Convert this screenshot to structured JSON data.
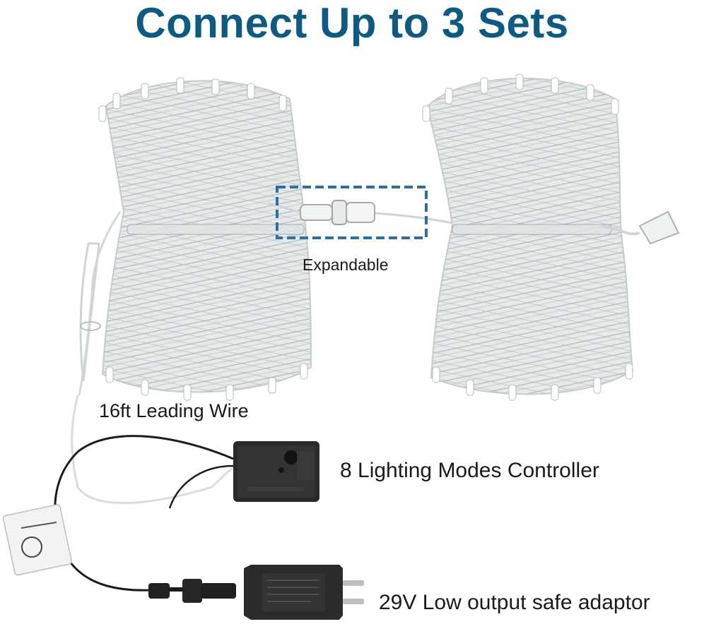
{
  "title": "Connect Up to 3 Sets",
  "labels": {
    "expandable": "Expandable",
    "leading_wire": "16ft Leading Wire",
    "controller": "8 Lighting Modes Controller",
    "adaptor": "29V Low output safe adaptor"
  },
  "colors": {
    "title": "#0e5a80",
    "highlight_box": "#2d6f9f",
    "wire_dark": "#1c1c1c",
    "wire_clear": "#cfd5d6",
    "device_body": "#2a2a2a"
  },
  "icons": {
    "light_set": "led-string-bundle-icon",
    "connector": "waterproof-connector-icon",
    "controller": "controller-box-icon",
    "adaptor": "power-adaptor-icon",
    "plug": "plug-prongs-icon",
    "tag": "certification-tag-icon"
  }
}
